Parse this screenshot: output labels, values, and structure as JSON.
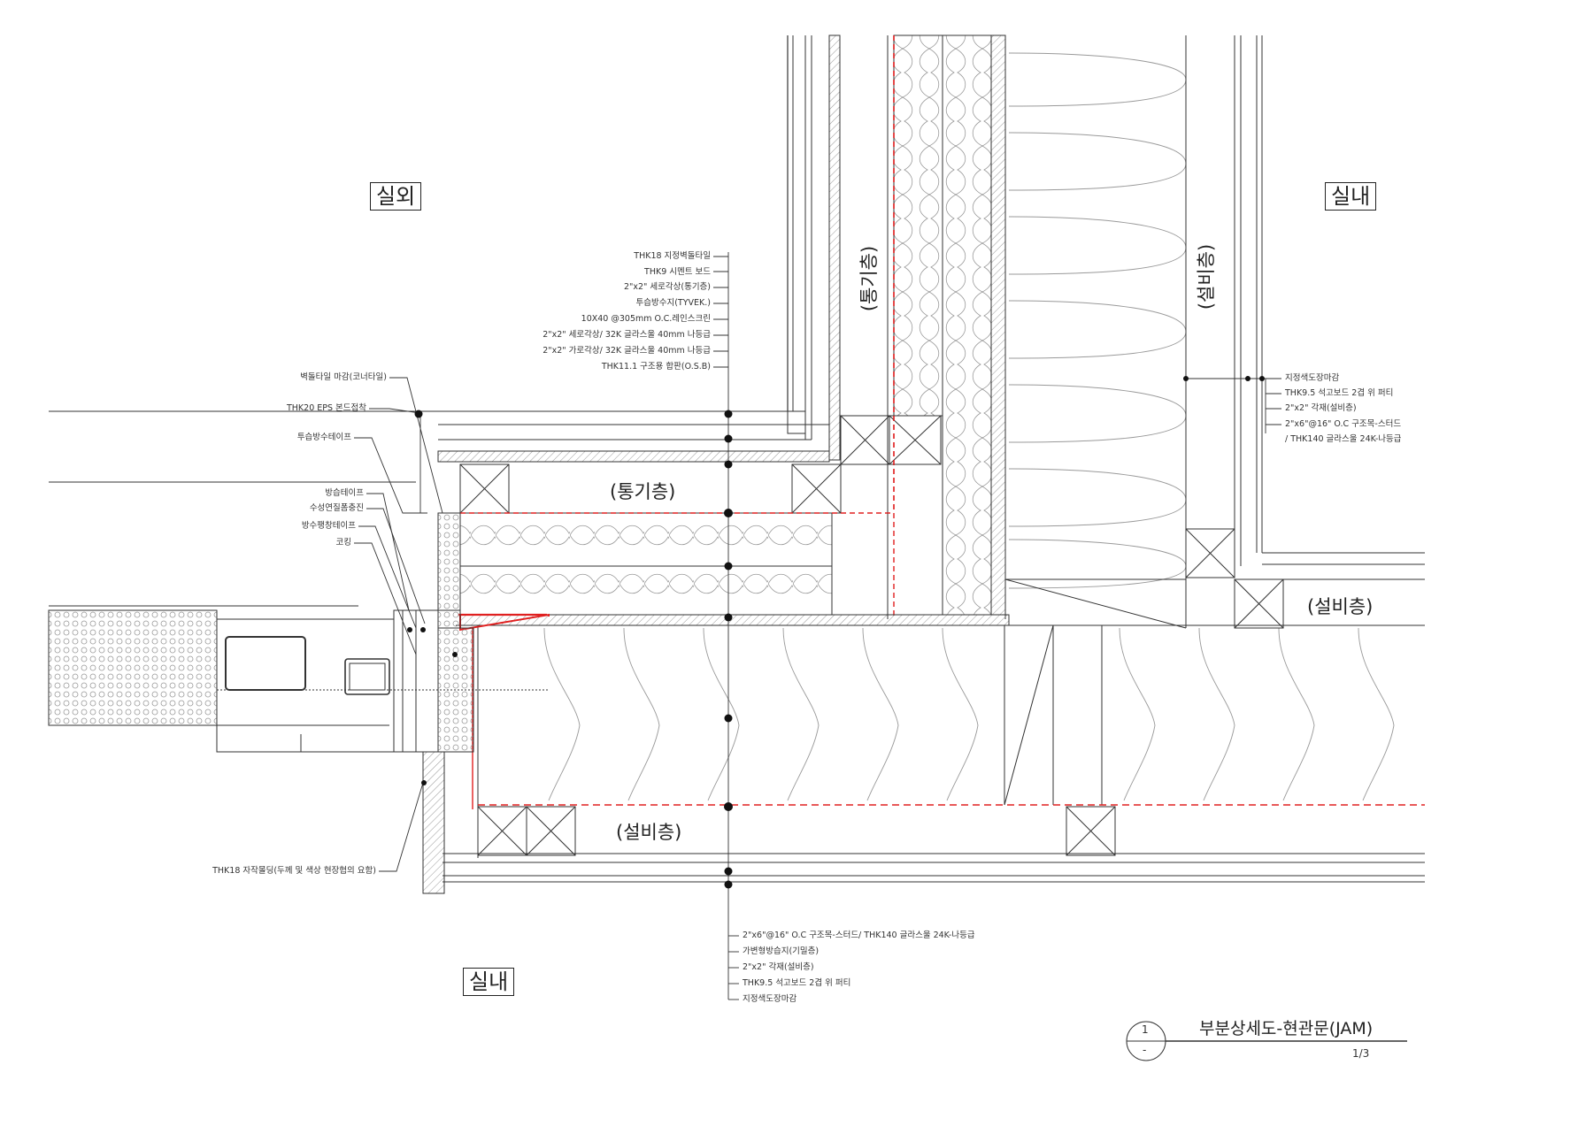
{
  "labels": {
    "exterior": "실외",
    "interior_top": "실내",
    "interior_bottom": "실내"
  },
  "zones": {
    "ventilation_h": "(통기층)",
    "ventilation_v": "(통기층)",
    "service_v": "(설비층)",
    "service_h_right": "(설비층)",
    "service_h_bottom": "(설비층)"
  },
  "notes_top": [
    "THK18 지정벽돌타일",
    "THK9 시멘트 보드",
    "2\"x2\" 세로각상(통기층)",
    "투습방수지(TYVEK.)",
    "10X40 @305mm O.C.레인스크린",
    "2\"x2\" 세로각상/ 32K 글라스울 40mm 나등급",
    "2\"x2\" 가로각상/ 32K 글라스울 40mm 나등급",
    "THK11.1 구조용 합판(O.S.B)"
  ],
  "notes_left": [
    "벽돌타일 마감(코너타일)",
    "THK20 EPS 본드접착",
    "투습방수테이프",
    "방습테이프",
    "수성연질폼충진",
    "방수팽창테이프",
    "코킹"
  ],
  "note_bottom_left": "THK18 자작몰딩(두께 및 색상 현장협의 요함)",
  "notes_right": [
    "지정색도장마감",
    "THK9.5 석고보드 2겹 위 퍼티",
    "2\"x2\" 각재(설비층)",
    "2\"x6\"@16\" O.C 구조목-스터드",
    "/ THK140 글라스울 24K-나등급"
  ],
  "notes_bottom": [
    "2\"x6\"@16\" O.C 구조목-스터드/ THK140 글라스울 24K-나등급",
    "가변형방습지(기밀층)",
    "2\"x2\" 각재(설비층)",
    "THK9.5 석고보드 2겹 위 퍼티",
    "지정색도장마감"
  ],
  "title_block": {
    "number": "1",
    "sub": "-",
    "title": "부분상세도-현관문(JAM)",
    "scale": "1/3"
  },
  "colors": {
    "line": "#2a2a2a",
    "membrane": "#e02020",
    "hatch": "#888888"
  }
}
